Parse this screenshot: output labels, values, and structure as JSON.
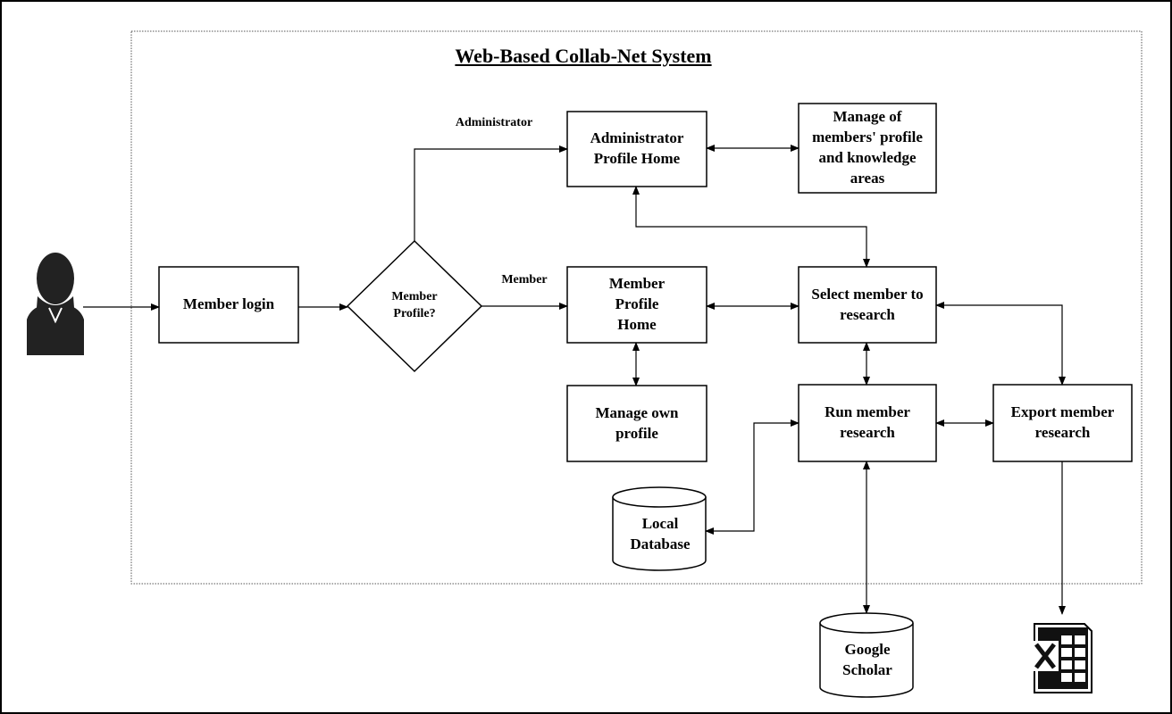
{
  "diagram": {
    "title": "Web-Based Collab-Net System",
    "nodes": {
      "member_login": "Member login",
      "member_profile_decision": "Member Profile?",
      "administrator_profile_home": "Administrator Profile Home",
      "manage_members": "Manage of members' profile and knowledge areas",
      "member_profile_home": "Member Profile Home",
      "select_member": "Select member to research",
      "manage_own_profile": "Manage own profile",
      "run_member_research": "Run member research",
      "export_member_research": "Export member research",
      "local_database": "Local Database",
      "google_scholar": "Google Scholar"
    },
    "edge_labels": {
      "administrator": "Administrator",
      "member": "Member"
    },
    "icons": {
      "user": "user-silhouette-icon",
      "excel": "excel-icon"
    }
  }
}
